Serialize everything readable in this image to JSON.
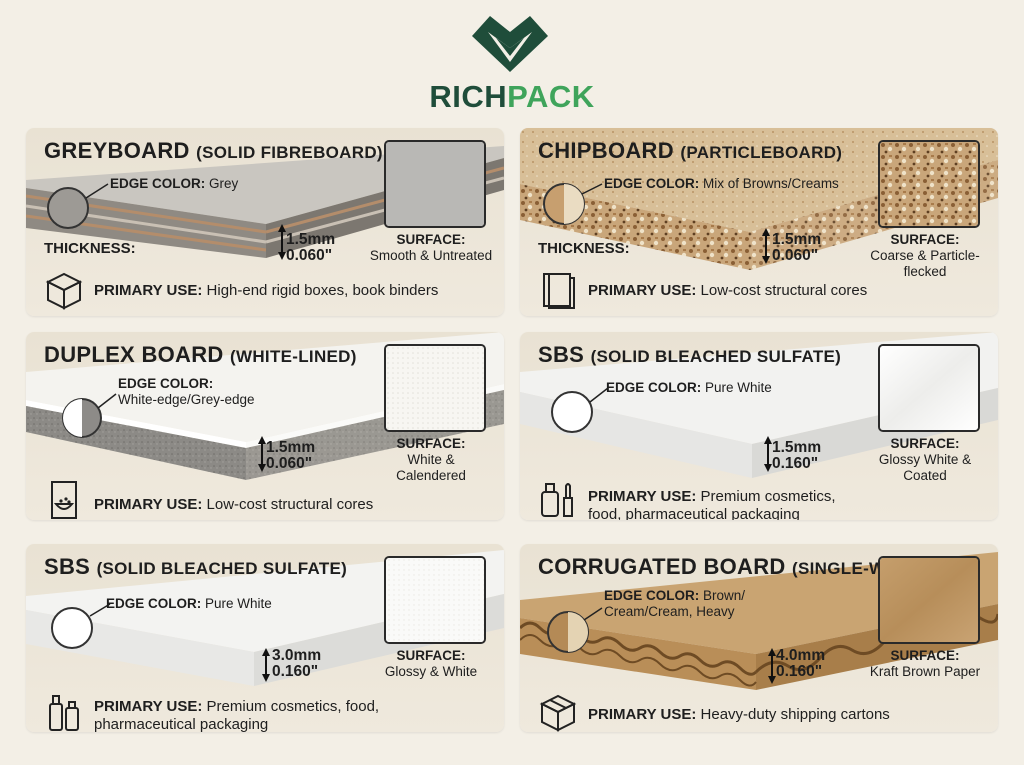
{
  "brand": {
    "part1": "RICH",
    "part2": "PACK"
  },
  "colors": {
    "brand_dark": "#1f4d3a",
    "brand_light": "#3fa45b",
    "panel_bg": "#ebe4d6"
  },
  "labels": {
    "edge_color": "EDGE COLOR:",
    "thickness": "THICKNESS:",
    "surface": "SURFACE:",
    "primary_use": "PRIMARY USE:"
  },
  "panels": [
    {
      "title": "GREYBOARD",
      "subtitle": "(SOLID FIBREBOARD)",
      "edge_color": "Grey",
      "thickness_mm": "1.5mm",
      "thickness_in": "0.060\"",
      "surface_line1": "Smooth & Untreated",
      "surface_line2": "",
      "use_line1": "High-end rigid boxes, book binders",
      "use_line2": "",
      "icon": "box-icon"
    },
    {
      "title": "CHIPBOARD",
      "subtitle": "(PARTICLEBOARD)",
      "edge_color": "Mix of Browns/Creams",
      "thickness_mm": "1.5mm",
      "thickness_in": "0.060\"",
      "surface_line1": "Coarse & Particle-flecked",
      "surface_line2": "",
      "use_line1": "Low-cost structural cores",
      "use_line2": "",
      "icon": "book-icon"
    },
    {
      "title": "DUPLEX BOARD",
      "subtitle": "(WHITE-LINED)",
      "edge_color": "White-edge/Grey-edge",
      "thickness_mm": "1.5mm",
      "thickness_in": "0.060\"",
      "surface_line1": "White &",
      "surface_line2": "Calendered",
      "use_line1": "Low-cost structural cores",
      "use_line2": "",
      "icon": "cereal-box-icon"
    },
    {
      "title": "SBS",
      "subtitle": "(SOLID BLEACHED SULFATE)",
      "edge_color": "Pure White",
      "thickness_mm": "1.5mm",
      "thickness_in": "0.160\"",
      "surface_line1": "Glossy White &",
      "surface_line2": "Coated",
      "use_line1": "Premium cosmetics,",
      "use_line2": "food, pharmaceutical packaging",
      "icon": "cosmetics-icon"
    },
    {
      "title": "SBS",
      "subtitle": "(SOLID BLEACHED SULFATE)",
      "edge_color": "Pure White",
      "thickness_mm": "3.0mm",
      "thickness_in": "0.160\"",
      "surface_line1": "Glossy & White",
      "surface_line2": "",
      "use_line1": "Premium cosmetics, food,",
      "use_line2": "pharmaceutical packaging",
      "icon": "bottles-icon"
    },
    {
      "title": "CORRUGATED BOARD",
      "subtitle": "(SINGLE-WALL)",
      "edge_color": "Brown/",
      "edge_color_2": "Cream/Cream, Heavy",
      "thickness_mm": "4.0mm",
      "thickness_in": "0.160\"",
      "surface_line1": "Kraft Brown Paper",
      "surface_line2": "",
      "use_line1": "Heavy-duty shipping cartons",
      "use_line2": "",
      "icon": "shipping-box-icon"
    }
  ]
}
